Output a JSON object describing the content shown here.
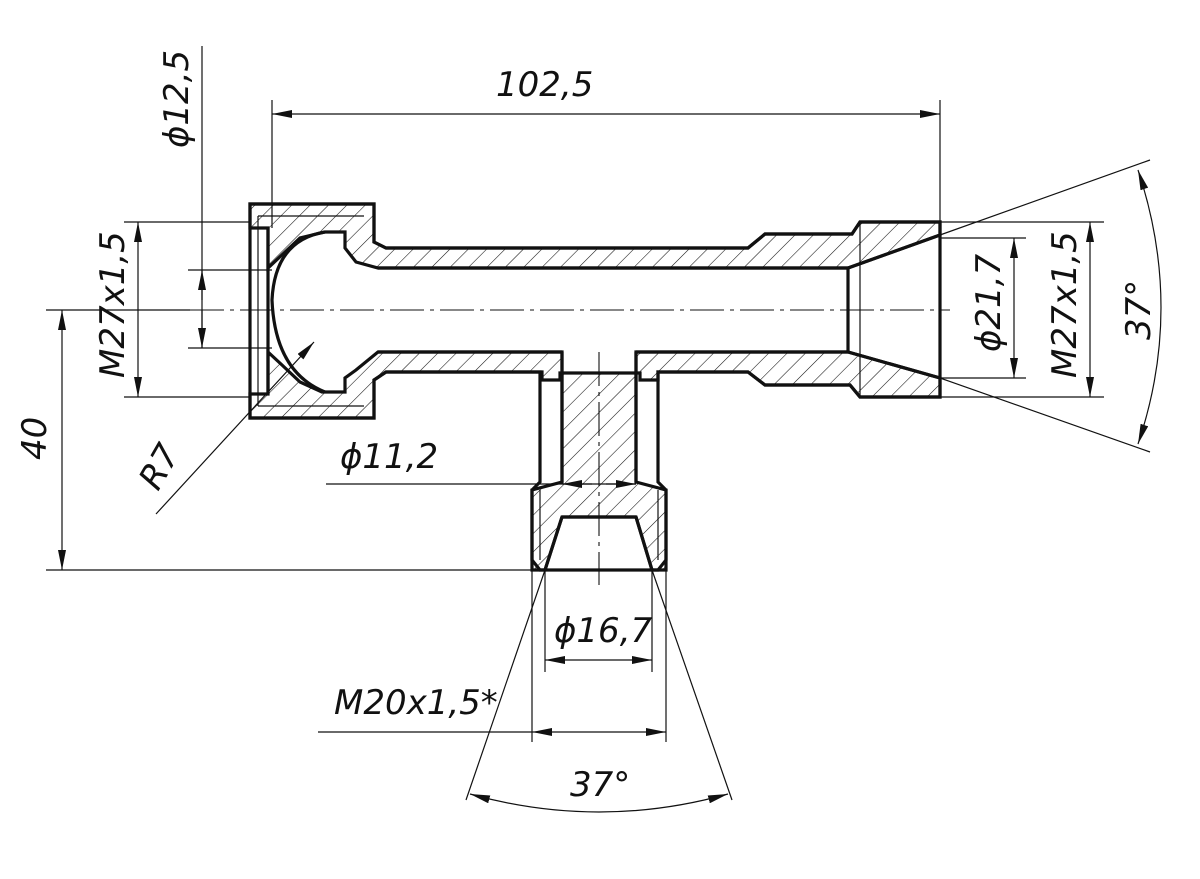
{
  "drawing": {
    "colors": {
      "ink": "#111111",
      "paper": "#ffffff"
    },
    "dimensions": {
      "overall_length": "102,5",
      "bore_left_diameter": "ϕ12,5",
      "thread_left": "M27x1,5",
      "height": "40",
      "radius": "R7",
      "branch_bore": "ϕ11,2",
      "cone_right_diameter": "ϕ21,7",
      "thread_right": "M27x1,5",
      "cone_right_angle": "37°",
      "cone_bottom_diameter": "ϕ16,7",
      "thread_bottom": "M20x1,5*",
      "cone_bottom_angle": "37°"
    }
  }
}
